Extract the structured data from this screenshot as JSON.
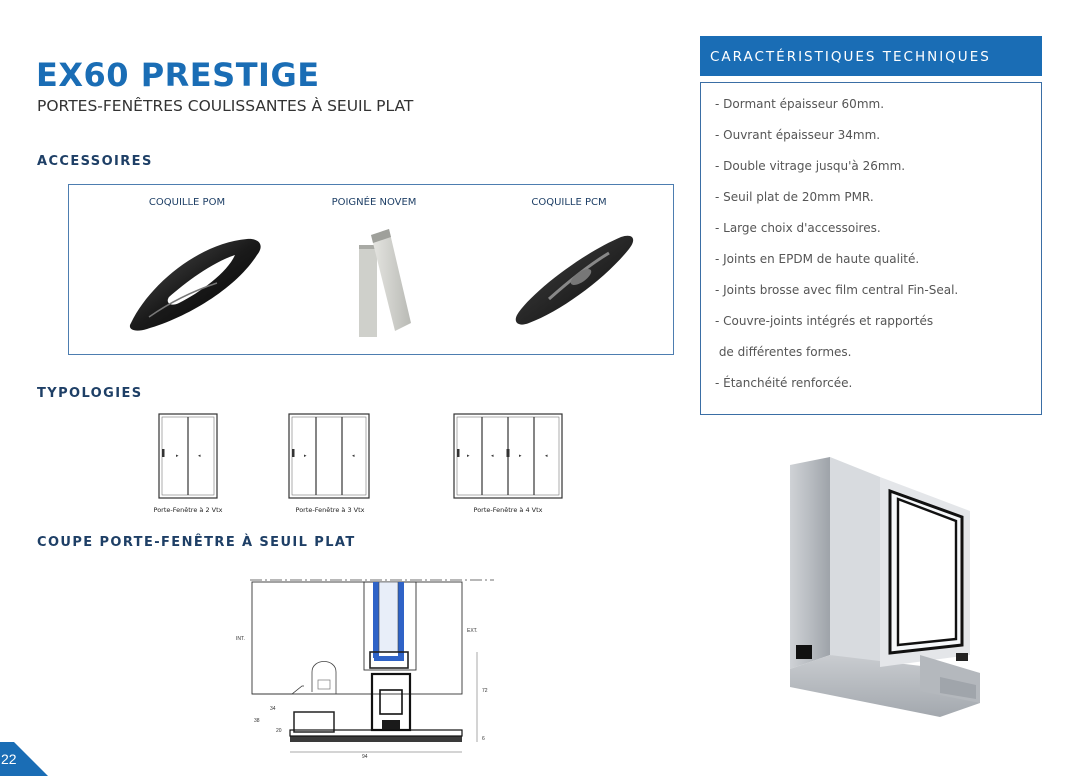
{
  "header": {
    "title": "EX60 PRESTIGE",
    "subtitle": "PORTES-FENÊTRES COULISSANTES À SEUIL PLAT"
  },
  "accessories": {
    "heading": "ACCESSOIRES",
    "items": [
      {
        "label": "COQUILLE POM"
      },
      {
        "label": "POIGNÉE NOVEM"
      },
      {
        "label": "COQUILLE PCM"
      }
    ]
  },
  "typologies": {
    "heading": "TYPOLOGIES",
    "items": [
      {
        "caption": "Porte-Fenêtre à 2 Vtx"
      },
      {
        "caption": "Porte-Fenêtre à 3 Vtx"
      },
      {
        "caption": "Porte-Fenêtre à 4 Vtx"
      }
    ]
  },
  "section_cut": {
    "heading": "COUPE PORTE-FENÊTRE À SEUIL PLAT",
    "labels": {
      "int": "INT.",
      "ext": "EXT.",
      "d34": "34",
      "d38": "38",
      "d20": "20",
      "d72": "72",
      "d6": "6",
      "d94": "94"
    }
  },
  "specs": {
    "heading": "CARACTÉRISTIQUES TECHNIQUES",
    "items": [
      "- Dormant épaisseur 60mm.",
      "- Ouvrant épaisseur 34mm.",
      "- Double vitrage jusqu'à 26mm.",
      "- Seuil plat de 20mm PMR.",
      "- Large choix d'accessoires.",
      "- Joints en EPDM de haute qualité.",
      "- Joints brosse avec film central Fin-Seal.",
      "- Couvre-joints intégrés et rapportés",
      " de différentes formes.",
      "- Étanchéité renforcée."
    ]
  },
  "page": {
    "number": "22"
  },
  "colors": {
    "brand_blue": "#1a6db5",
    "navy": "#1e3f66"
  }
}
